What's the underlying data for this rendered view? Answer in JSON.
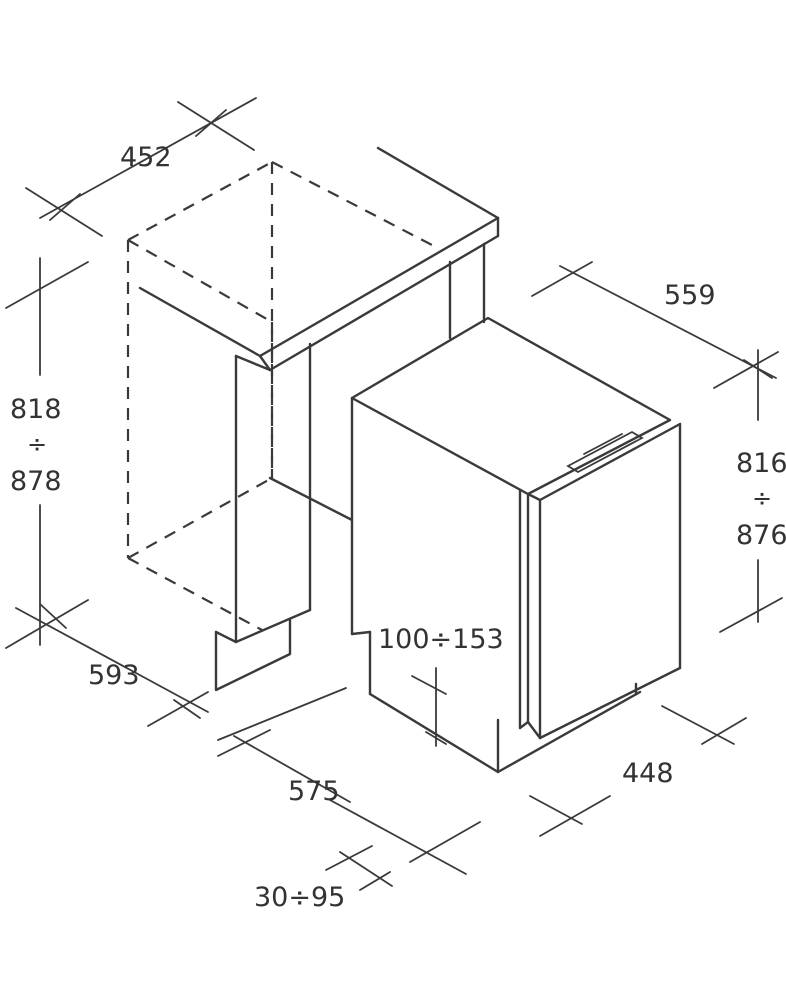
{
  "labels": {
    "niche_width": "452",
    "niche_height_min": "818",
    "niche_height_sep": "÷",
    "niche_height_max": "878",
    "niche_depth": "593",
    "appliance_depth": "575",
    "plinth_setback": "30÷95",
    "appliance_depth_top": "559",
    "appliance_height_min": "816",
    "appliance_height_sep": "÷",
    "appliance_height_max": "876",
    "plinth_height": "100÷153",
    "appliance_width": "448"
  },
  "colors": {
    "line": "#3a3a3a",
    "text": "#333333",
    "background": "#ffffff"
  }
}
